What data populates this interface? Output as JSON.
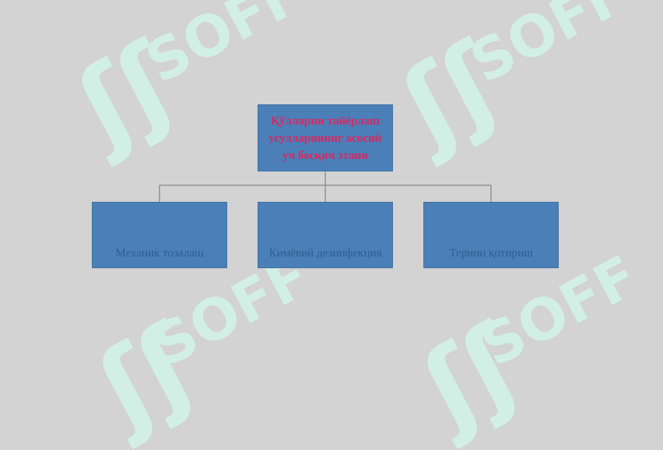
{
  "diagram": {
    "root": {
      "label": "Қўлларни тайёрлаш усулларининг асосий уч босқич этапи"
    },
    "children": [
      {
        "label": "Механик тозалаш"
      },
      {
        "label": "Кимёвий дезинфекция"
      },
      {
        "label": "Терини қотириш"
      }
    ]
  },
  "watermark": {
    "text": "SOFF",
    "logo_glyph": "ʃʃ"
  },
  "colors": {
    "background": "#d3d3d3",
    "box_fill": "#4a7fb8",
    "root_text": "#e0245e",
    "child_text": "#2f5e8e",
    "connector": "#8c8c8c",
    "watermark": "#d2efe6"
  }
}
